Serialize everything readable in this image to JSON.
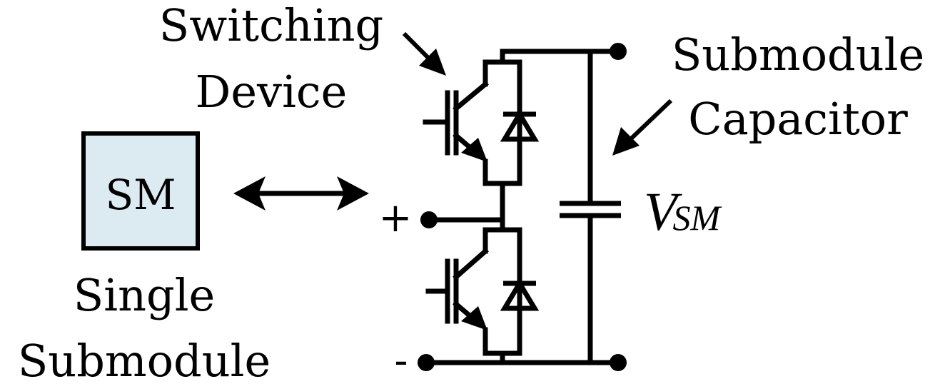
{
  "labels": {
    "switching_line1": "Switching",
    "switching_line2": "Device",
    "capacitor_line1": "Submodule",
    "capacitor_line2": "Capacitor",
    "sm_box": "SM",
    "single_line1": "Single",
    "single_line2": "Submodule",
    "plus": "+",
    "minus": "-",
    "voltage_main": "V",
    "voltage_sub": "SM"
  },
  "colors": {
    "sm_box_fill": "#dcebf2",
    "stroke": "#000000"
  },
  "icons": {
    "double_arrow": "double-arrow-icon",
    "igbt": "igbt-icon",
    "diode": "diode-icon",
    "capacitor": "capacitor-icon",
    "terminal": "terminal-dot-icon"
  }
}
